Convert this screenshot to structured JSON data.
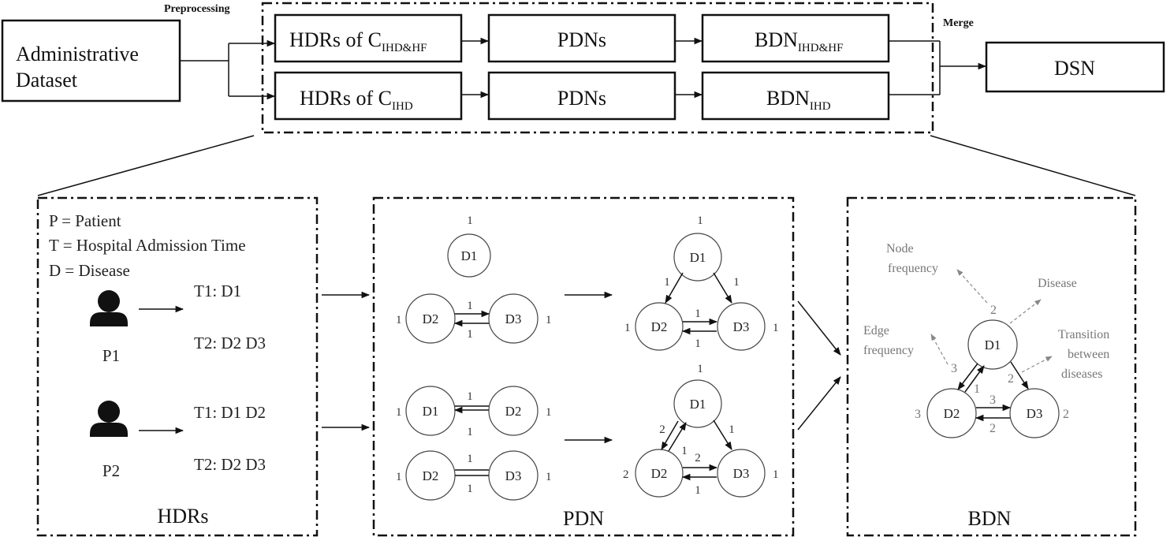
{
  "labels": {
    "preprocessing": "Preprocessing",
    "merge": "Merge",
    "admin_line1": "Administrative",
    "admin_line2": "Dataset",
    "hdr_top_main": "HDRs of C",
    "hdr_top_sub": "IHD&HF",
    "hdr_bot_main": "HDRs of C",
    "hdr_bot_sub": "IHD",
    "pdns_top": "PDNs",
    "pdns_bot": "PDNs",
    "bdn_top_main": "BDN",
    "bdn_top_sub": "IHD&HF",
    "bdn_bot_main": "BDN",
    "bdn_bot_sub": "IHD",
    "dsn": "DSN"
  },
  "hdr_panel": {
    "title": "HDRs",
    "legend": [
      "P = Patient",
      "T = Hospital Admission Time",
      "D = Disease"
    ],
    "patients": [
      {
        "name": "P1",
        "records": [
          "T1:   D1",
          "T2:   D2  D3"
        ]
      },
      {
        "name": "P2",
        "records": [
          "T1:   D1  D2",
          "T2:   D2  D3"
        ]
      }
    ]
  },
  "pdn_panel": {
    "title": "PDN"
  },
  "bdn_panel": {
    "title": "BDN",
    "ann_node_freq_1": "Node",
    "ann_node_freq_2": "frequency",
    "ann_disease": "Disease",
    "ann_edge_freq_1": "Edge",
    "ann_edge_freq_2": "frequency",
    "ann_transition_1": "Transition",
    "ann_transition_2": "between",
    "ann_transition_3": "diseases"
  },
  "nodes": {
    "d1": "D1",
    "d2": "D2",
    "d3": "D3"
  },
  "weights": {
    "one": "1",
    "two": "2",
    "three": "3"
  },
  "colors": {
    "line": "#111111",
    "annotation": "#888888"
  }
}
